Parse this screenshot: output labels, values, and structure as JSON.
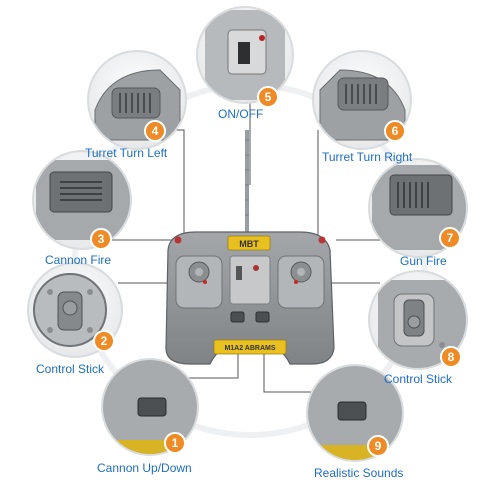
{
  "remote": {
    "top_label": "MBT",
    "bottom_label": "M1A2 ABRAMS"
  },
  "features": [
    {
      "number": "1",
      "label": "Cannon Up/Down",
      "icon": "square-button-icon"
    },
    {
      "number": "2",
      "label": "Control Stick",
      "icon": "joystick-icon"
    },
    {
      "number": "3",
      "label": "Cannon Fire",
      "icon": "rocker-switch-icon"
    },
    {
      "number": "4",
      "label": "Turret Turn Left",
      "icon": "shoulder-button-icon"
    },
    {
      "number": "5",
      "label": "ON/OFF",
      "icon": "power-switch-icon"
    },
    {
      "number": "6",
      "label": "Turret Turn Right",
      "icon": "shoulder-button-icon"
    },
    {
      "number": "7",
      "label": "Gun Fire",
      "icon": "rocker-switch-icon"
    },
    {
      "number": "8",
      "label": "Control Stick",
      "icon": "joystick-icon"
    },
    {
      "number": "9",
      "label": "Realistic Sounds",
      "icon": "square-button-icon"
    }
  ],
  "colors": {
    "badge": "#f08a24",
    "label": "#1e6ec0",
    "remote_body": "#8f9396",
    "accent_yellow": "#e8c020",
    "leader_line": "#555555"
  }
}
